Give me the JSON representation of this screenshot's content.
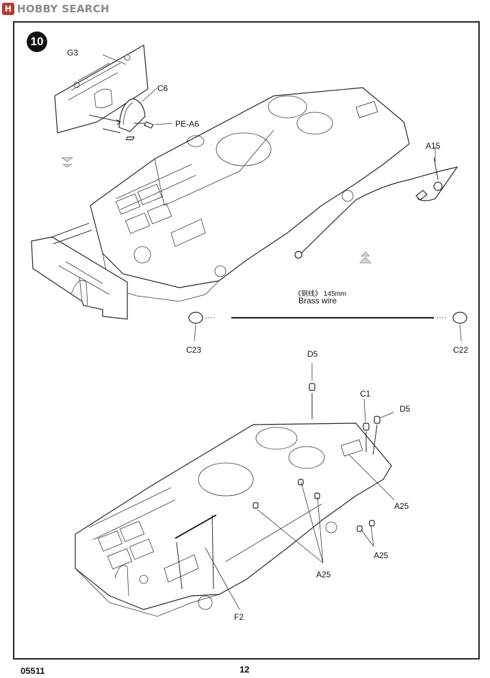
{
  "header": {
    "logo_text": "HOBBY SEARCH",
    "logo_mark": "H"
  },
  "step": {
    "number": "10"
  },
  "parts": {
    "g3": "G3",
    "c6": "C6",
    "pe_a6": "PE-A6",
    "a15": "A15",
    "wire_cn": "《铜线》",
    "wire_length": "145mm",
    "wire_en": "Brass wire",
    "c23": "C23",
    "c22": "C22",
    "d5_top": "D5",
    "c1": "C1",
    "d5_right": "D5",
    "a25_right": "A25",
    "a25_lower_right": "A25",
    "a25_center": "A25",
    "f2": "F2"
  },
  "footer": {
    "code": "05511",
    "page": "12"
  }
}
